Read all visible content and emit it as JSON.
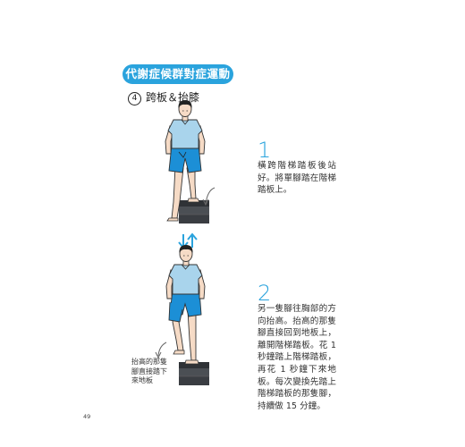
{
  "section": {
    "title": "代謝症候群對症運動"
  },
  "exercise": {
    "number": "4",
    "title": "跨板＆抬膝"
  },
  "steps": [
    {
      "number": "1",
      "text": "橫跨階梯踏板後站好。將單腳踏在階梯踏板上。"
    },
    {
      "number": "2",
      "text": "另一隻腳往胸部的方向抬高。抬高的那隻腳直接回到地板上，離開階梯踏板。花 1 秒鐘踏上階梯踏板，再花 1 秒鐘下來地板。每次變換先踏上階梯踏板的那隻腳，持續做 15 分鐘。"
    }
  ],
  "caption": "抬高的那隻腳直接踏下來地板",
  "page_number": "49",
  "icons": [
    "curved-arrow-icon",
    "up-down-arrows-icon"
  ],
  "colors": {
    "accent": "#2aa3dd",
    "shirt": "#a9d4ec",
    "shorts": "#1c8fd6",
    "step_box": "#3f4347"
  }
}
